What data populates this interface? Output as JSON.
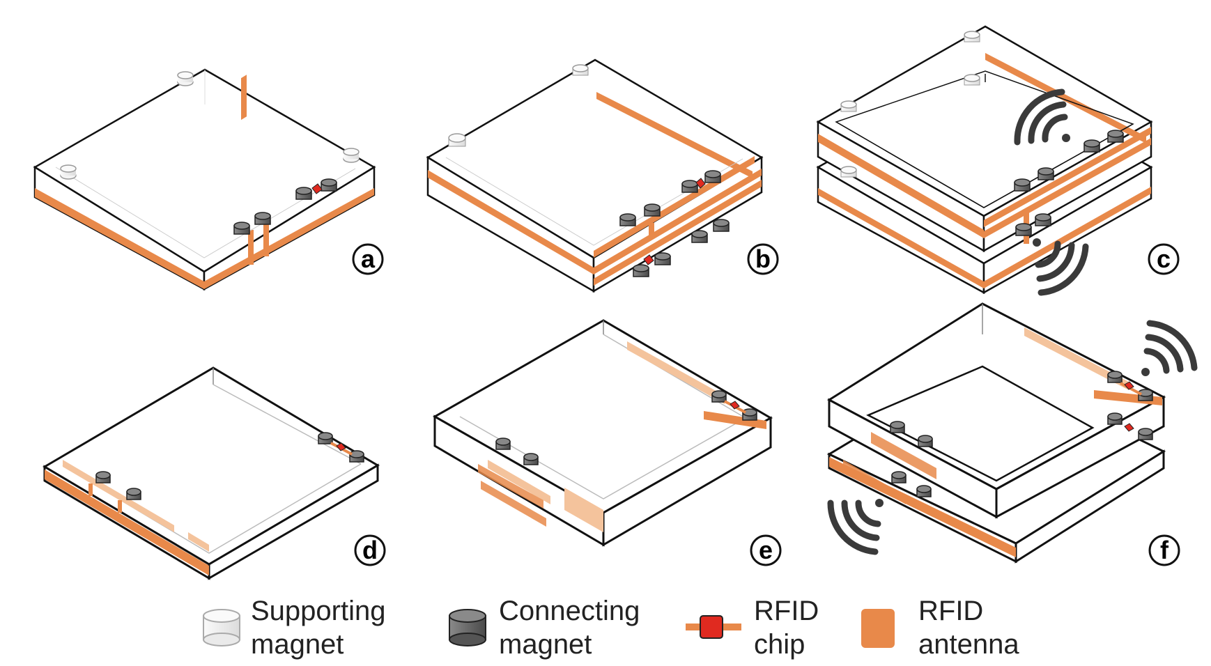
{
  "panels": [
    {
      "id": "a",
      "label": "a"
    },
    {
      "id": "b",
      "label": "b"
    },
    {
      "id": "c",
      "label": "c"
    },
    {
      "id": "d",
      "label": "d"
    },
    {
      "id": "e",
      "label": "e"
    },
    {
      "id": "f",
      "label": "f"
    }
  ],
  "legend": {
    "supporting_magnet": {
      "line1": "Supporting",
      "line2": "magnet"
    },
    "connecting_magnet": {
      "line1": "Connecting",
      "line2": "magnet"
    },
    "rfid_chip": {
      "line1": "RFID",
      "line2": "chip"
    },
    "rfid_antenna": {
      "line1": "RFID",
      "line2": "antenna"
    }
  },
  "colors": {
    "antenna": "#e8894a",
    "antenna_faded": "#f4c39c",
    "chip": "#e02a20",
    "connecting_magnet": "#6b6b6b",
    "supporting_magnet": "#eeeeee",
    "outline": "#111111",
    "signal": "#3a3a3a"
  },
  "icons": [
    "supporting-magnet-icon",
    "connecting-magnet-icon",
    "rfid-chip-icon",
    "rfid-antenna-icon",
    "wireless-signal-icon"
  ]
}
